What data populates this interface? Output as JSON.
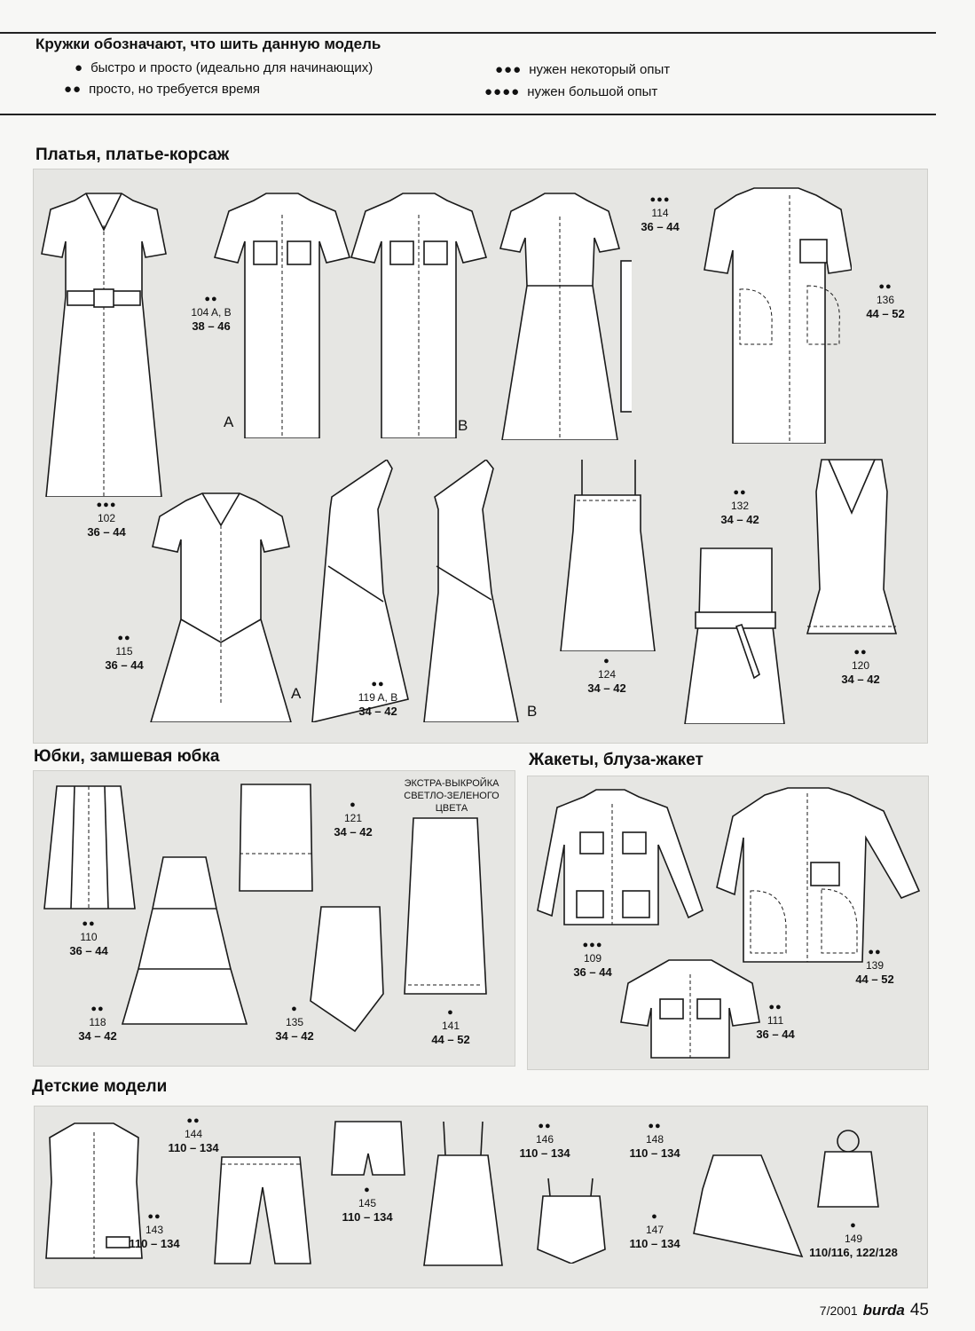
{
  "legend": {
    "title": "Кружки обозначают, что шить данную модель",
    "items": [
      {
        "dots": "●",
        "text": "быстро и просто (идеально для начинающих)"
      },
      {
        "dots": "●●",
        "text": "просто, но требуется время"
      },
      {
        "dots": "●●●",
        "text": "нужен некоторый опыт"
      },
      {
        "dots": "●●●●",
        "text": "нужен большой опыт"
      }
    ]
  },
  "sections": {
    "dresses": "Платья, платье-корсаж",
    "skirts": "Юбки, замшевая юбка",
    "jackets": "Жакеты, блуза-жакет",
    "kids": "Детские модели"
  },
  "variants": {
    "a": "A",
    "b": "B"
  },
  "extra_note": [
    "ЭКСТРА-ВЫКРОЙКА",
    "СВЕТЛО-ЗЕЛЕНОГО",
    "ЦВЕТА"
  ],
  "models": {
    "m104": {
      "dots": "●●",
      "num": "104 A, B",
      "size": "38 – 46"
    },
    "m114": {
      "dots": "●●●",
      "num": "114",
      "size": "36 – 44"
    },
    "m136": {
      "dots": "●●",
      "num": "136",
      "size": "44 – 52"
    },
    "m102": {
      "dots": "●●●",
      "num": "102",
      "size": "36 – 44"
    },
    "m132": {
      "dots": "●●",
      "num": "132",
      "size": "34 – 42"
    },
    "m115": {
      "dots": "●●",
      "num": "115",
      "size": "36 – 44"
    },
    "m119": {
      "dots": "●●",
      "num": "119 A, B",
      "size": "34 – 42"
    },
    "m124": {
      "dots": "●",
      "num": "124",
      "size": "34 – 42"
    },
    "m120": {
      "dots": "●●",
      "num": "120",
      "size": "34 – 42"
    },
    "m121": {
      "dots": "●",
      "num": "121",
      "size": "34 – 42"
    },
    "m110": {
      "dots": "●●",
      "num": "110",
      "size": "36 – 44"
    },
    "m118": {
      "dots": "●●",
      "num": "118",
      "size": "34 – 42"
    },
    "m135": {
      "dots": "●",
      "num": "135",
      "size": "34 – 42"
    },
    "m141": {
      "dots": "●",
      "num": "141",
      "size": "44 – 52"
    },
    "m109": {
      "dots": "●●●",
      "num": "109",
      "size": "36 – 44"
    },
    "m139": {
      "dots": "●●",
      "num": "139",
      "size": "44 – 52"
    },
    "m111": {
      "dots": "●●",
      "num": "111",
      "size": "36 – 44"
    },
    "m144": {
      "dots": "●●",
      "num": "144",
      "size": "110 – 134"
    },
    "m143": {
      "dots": "●●",
      "num": "143",
      "size": "110 – 134"
    },
    "m145": {
      "dots": "●",
      "num": "145",
      "size": "110 – 134"
    },
    "m146": {
      "dots": "●●",
      "num": "146",
      "size": "110 – 134"
    },
    "m148": {
      "dots": "●●",
      "num": "148",
      "size": "110 – 134"
    },
    "m147": {
      "dots": "●",
      "num": "147",
      "size": "110 – 134"
    },
    "m149": {
      "dots": "●",
      "num": "149",
      "size": "110/116, 122/128"
    }
  },
  "footer": {
    "issue": "7/2001",
    "brand": "burda",
    "page": "45"
  }
}
